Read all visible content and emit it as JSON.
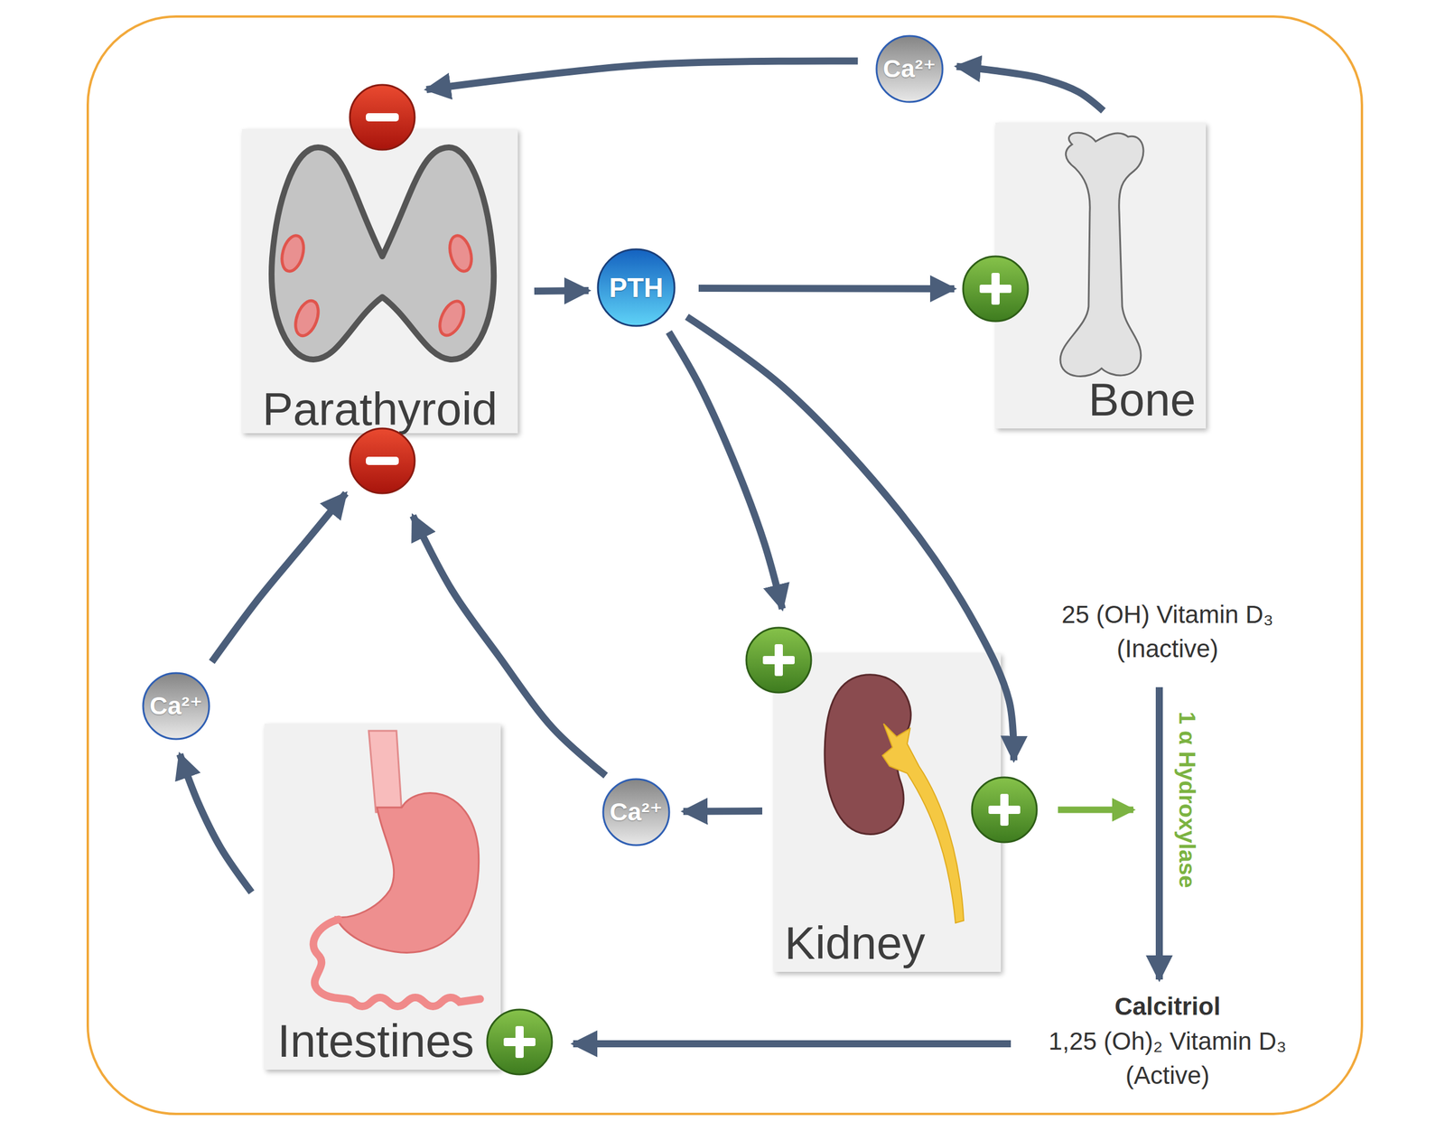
{
  "diagram": {
    "nodes": [
      {
        "text": [
          "Parathyroid"
        ]
      },
      {
        "text": [
          "Ca²⁺"
        ]
      },
      {
        "text": [
          "Bone"
        ]
      },
      {
        "text": [
          "PTH"
        ]
      },
      {
        "text": [
          "Kidney"
        ]
      },
      {
        "text": [
          "Ca²⁺"
        ]
      },
      {
        "text": [
          "Ca²⁺"
        ]
      },
      {
        "text": [
          "Intestines"
        ]
      }
    ],
    "edges": [
      {
        "from": 0,
        "to": 3,
        "arrow": "to"
      },
      {
        "from": 3,
        "to": 2,
        "arrow": "to"
      },
      {
        "from": 3,
        "to": 4,
        "arrow": "to"
      },
      {
        "from": 3,
        "to": 4,
        "arrow": "to"
      },
      {
        "from": 2,
        "to": 1,
        "arrow": "to"
      },
      {
        "from": 1,
        "to": 0,
        "arrow": "to"
      },
      {
        "from": 4,
        "to": 5,
        "arrow": "to"
      },
      {
        "from": 5,
        "to": 0,
        "arrow": "to"
      },
      {
        "from": 7,
        "to": 6,
        "arrow": "to"
      },
      {
        "from": 6,
        "to": 0,
        "arrow": "to"
      }
    ],
    "labels": [
      "25 (OH) Vitamin D₃",
      "(Inactive)",
      "1 α Hydroxylase",
      "Calcitriol",
      "1,25 (Oh)₂ Vitamin D₃",
      "(Active)"
    ]
  }
}
